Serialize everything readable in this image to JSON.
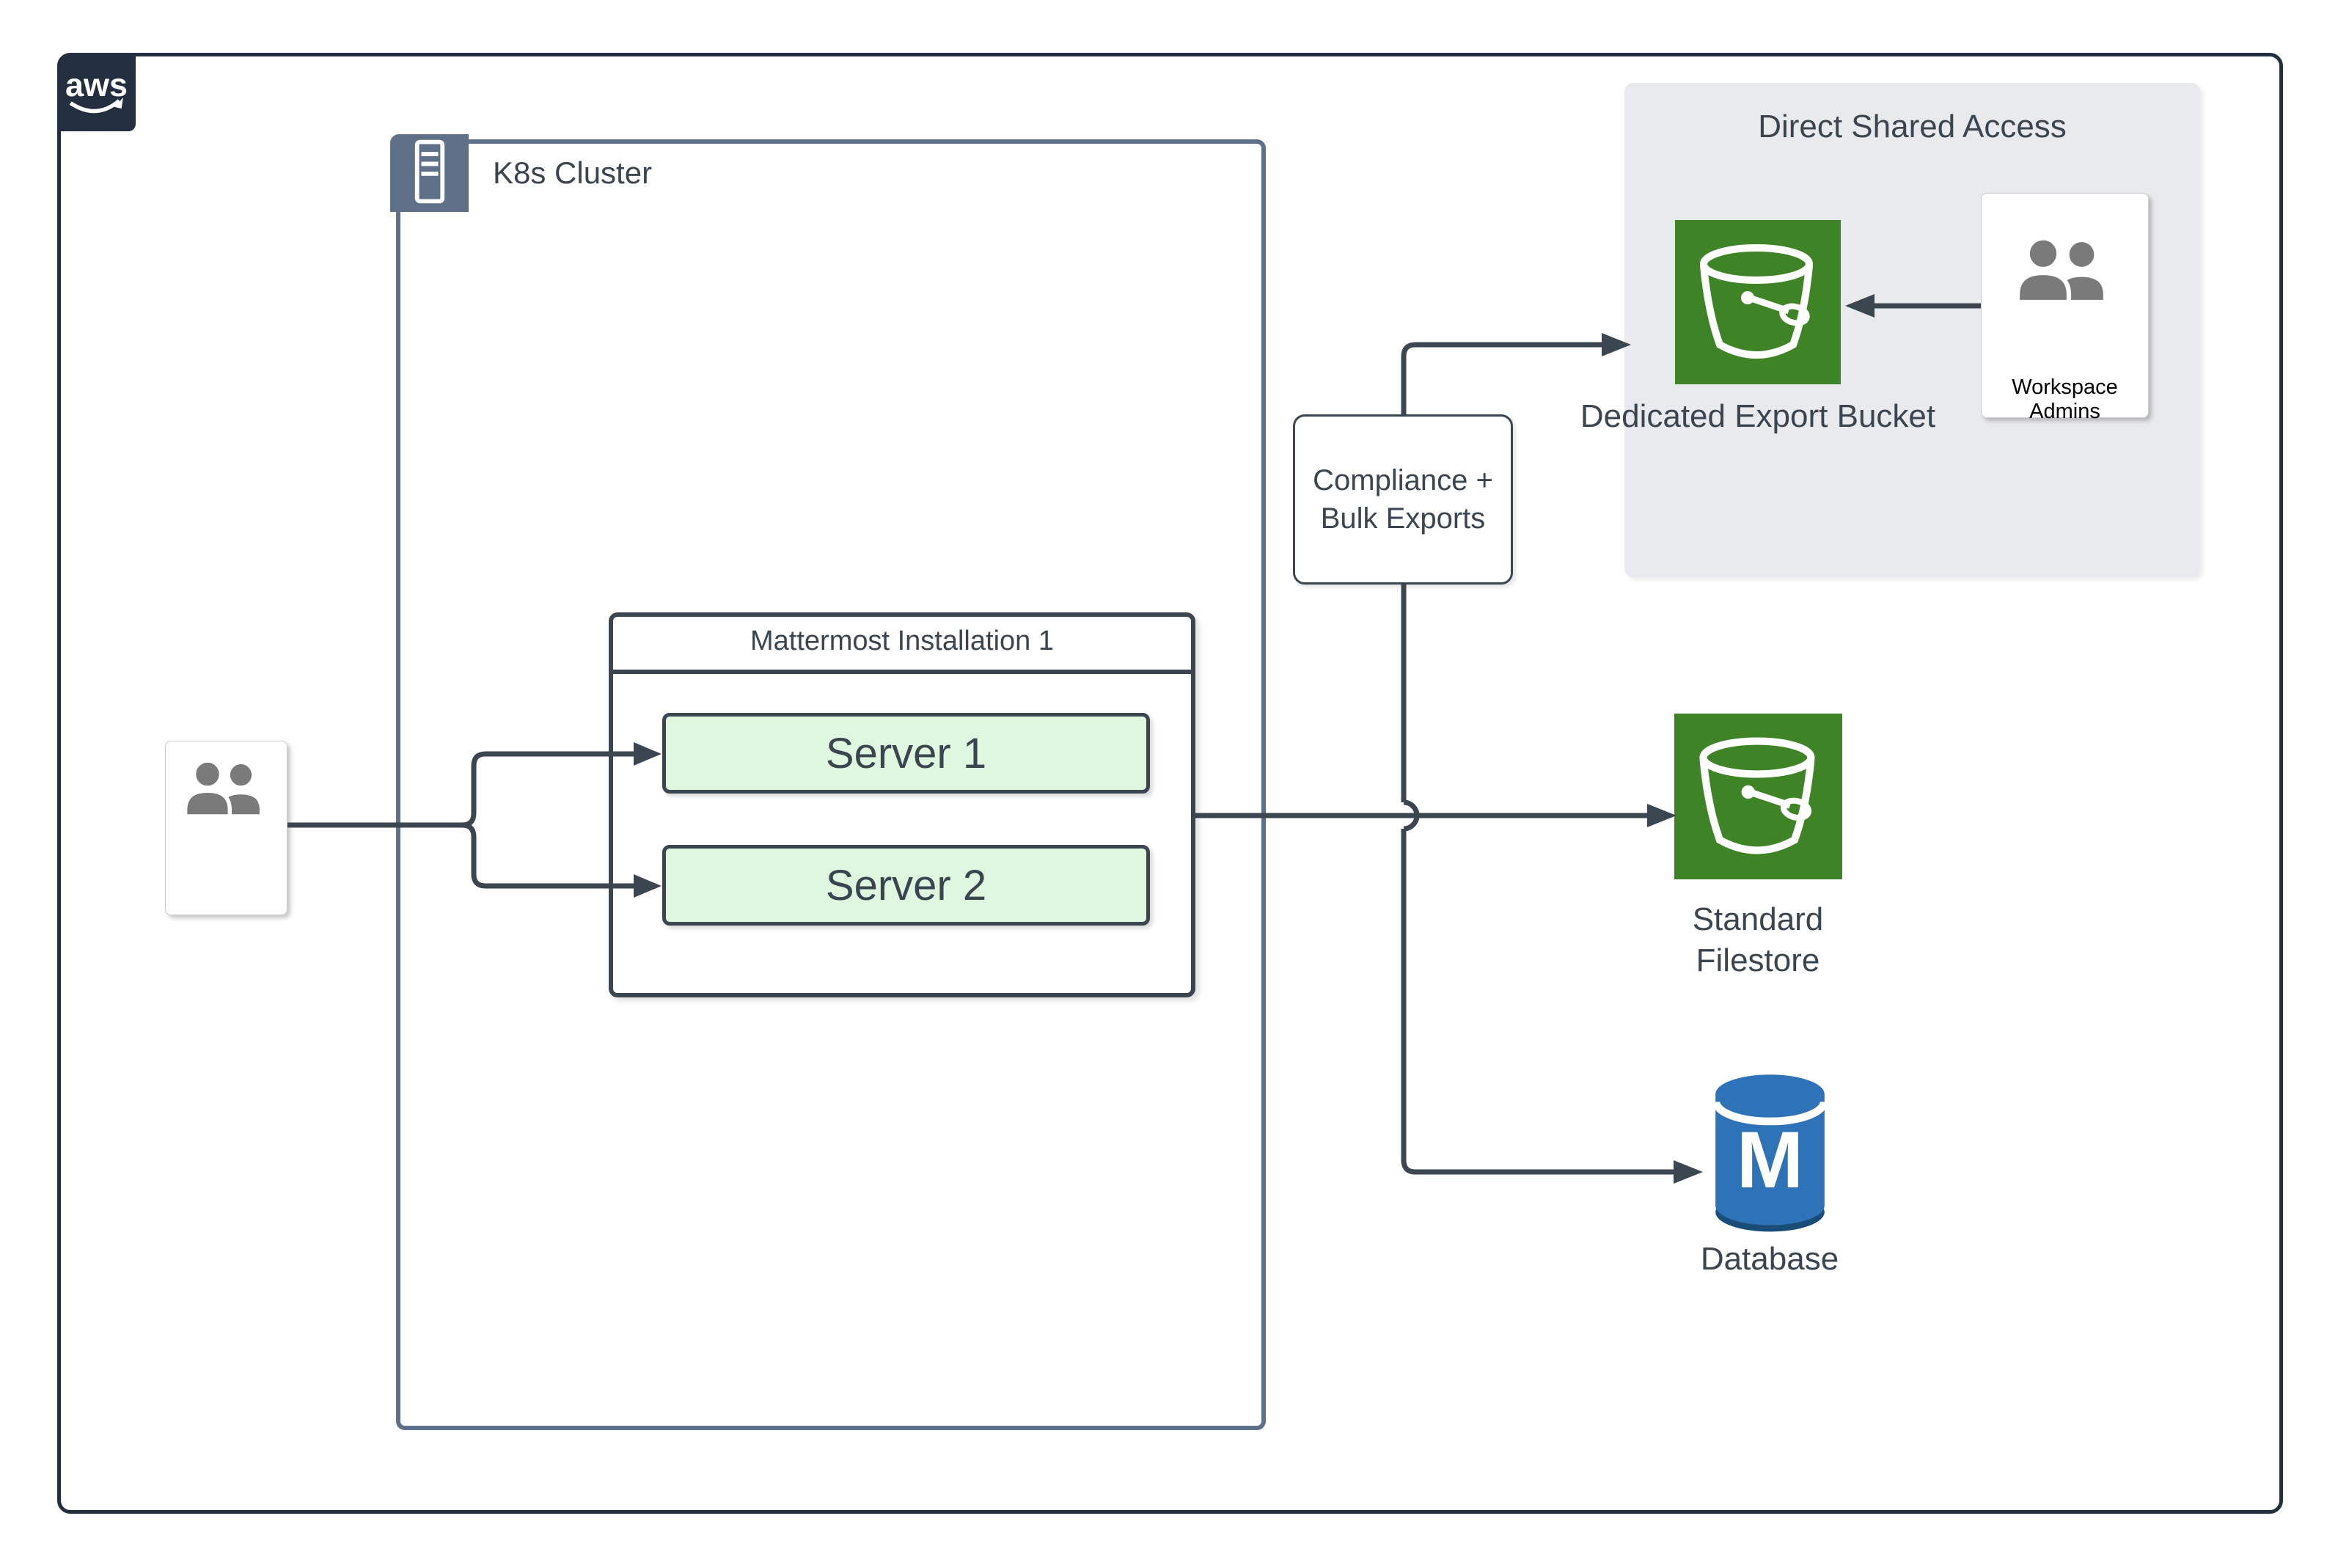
{
  "aws": {
    "logo_text": "aws"
  },
  "k8s_cluster": {
    "label": "K8s Cluster"
  },
  "mattermost": {
    "title": "Mattermost Installation 1",
    "servers": [
      {
        "label": "Server 1"
      },
      {
        "label": "Server 2"
      }
    ]
  },
  "users": {
    "label": "Users"
  },
  "compliance": {
    "label": "Compliance + Bulk Exports"
  },
  "direct_shared_access": {
    "title": "Direct Shared Access",
    "dedicated_bucket": {
      "label": "Dedicated Export Bucket"
    },
    "workspace_admins": {
      "label": "Workspace Admins"
    }
  },
  "standard_filestore": {
    "label": "Standard Filestore"
  },
  "database": {
    "label": "Database"
  },
  "connections": [
    {
      "from": "Users",
      "to": "Server 1",
      "arrow": true
    },
    {
      "from": "Users",
      "to": "Server 2",
      "arrow": true
    },
    {
      "from": "Mattermost Installation 1",
      "to": "Standard Filestore",
      "arrow": true
    },
    {
      "from": "Mattermost Installation 1",
      "to": "Dedicated Export Bucket",
      "via": "Compliance + Bulk Exports",
      "arrow": true
    },
    {
      "from": "Mattermost Installation 1",
      "to": "Database",
      "arrow": true
    },
    {
      "from": "Workspace Admins",
      "to": "Dedicated Export Bucket",
      "arrow": true
    }
  ],
  "icons": {
    "aws_badge": "aws-smile-logo",
    "k8s_badge": "server-rack-icon",
    "users_card": "people-icon",
    "workspace_admins_card": "people-icon",
    "dedicated_bucket": "s3-bucket-icon",
    "standard_filestore": "s3-bucket-icon",
    "database": "database-cylinder-icon"
  },
  "colors": {
    "line": "#3C4650",
    "text": "#3A4550",
    "aws_dark": "#232F3E",
    "k8s_border": "#5E7189",
    "server_fill": "#DFF6DF",
    "panel_fill": "#E9EAEE",
    "bucket_green": "#3E8427",
    "db_blue": "#2E73B8",
    "db_blue_dark": "#1A4C78",
    "person_gray": "#7A7A7A"
  }
}
